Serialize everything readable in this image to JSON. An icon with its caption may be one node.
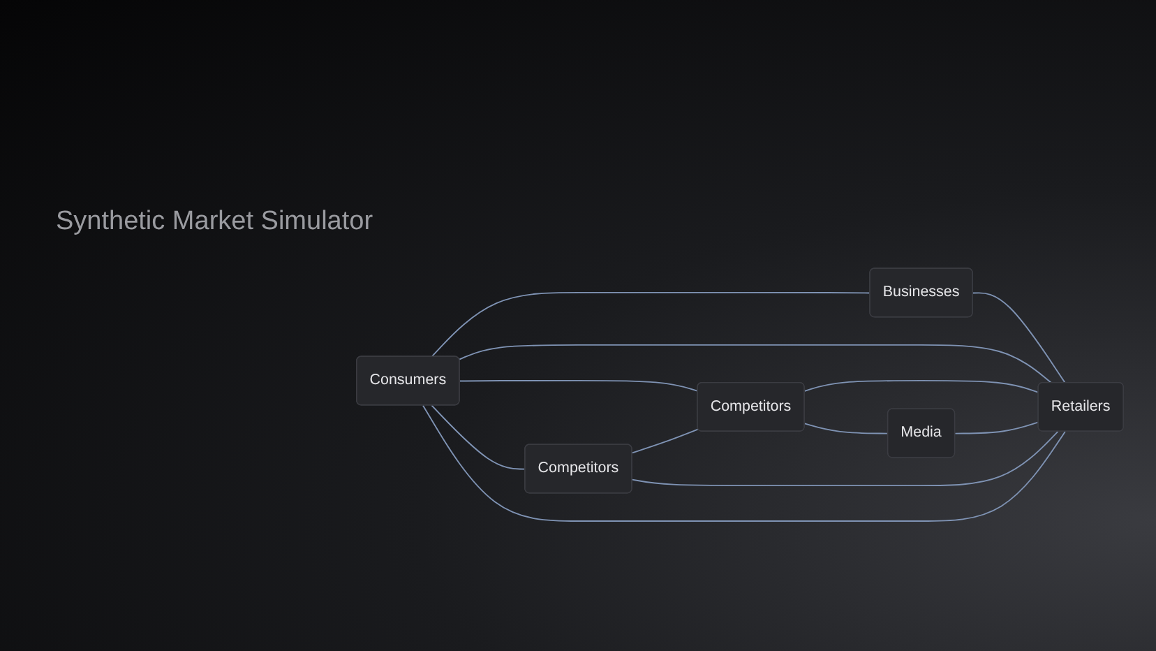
{
  "diagram": {
    "title": "Synthetic Market Simulator",
    "nodes": [
      {
        "text": [
          "Businesses"
        ]
      },
      {
        "text": [
          "Consumers"
        ]
      },
      {
        "text": [
          "Competitors"
        ]
      },
      {
        "text": [
          "Retailers"
        ]
      },
      {
        "text": [
          "Competitors"
        ]
      },
      {
        "text": [
          "Media"
        ]
      }
    ],
    "edges": [
      {
        "from": 1,
        "to": 0,
        "arrow": "none"
      },
      {
        "from": 1,
        "to": 3,
        "arrow": "none"
      },
      {
        "from": 1,
        "to": 2,
        "arrow": "none"
      },
      {
        "from": 1,
        "to": 4,
        "arrow": "none"
      },
      {
        "from": 1,
        "to": 3,
        "arrow": "none"
      },
      {
        "from": 0,
        "to": 3,
        "arrow": "none"
      },
      {
        "from": 2,
        "to": 3,
        "arrow": "none"
      },
      {
        "from": 2,
        "to": 5,
        "arrow": "none"
      },
      {
        "from": 4,
        "to": 2,
        "arrow": "none"
      },
      {
        "from": 4,
        "to": 3,
        "arrow": "none"
      },
      {
        "from": 5,
        "to": 3,
        "arrow": "none"
      }
    ]
  }
}
